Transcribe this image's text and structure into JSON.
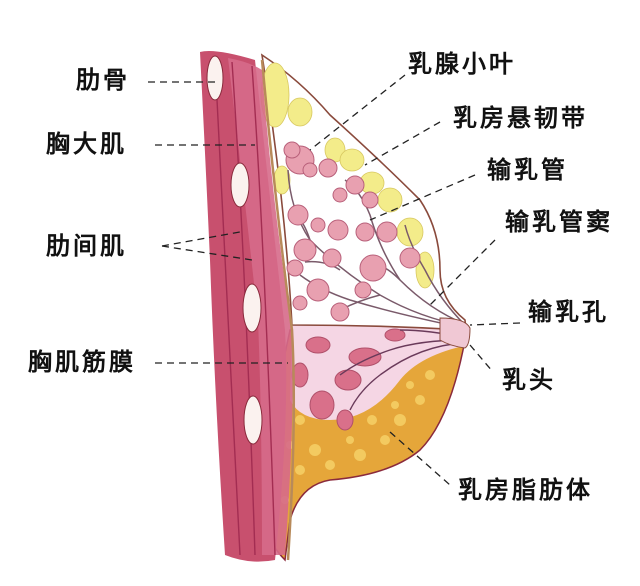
{
  "diagram": {
    "subject": "乳房解剖结构",
    "colors": {
      "muscle": "#c8506e",
      "muscle_dark": "#a32d52",
      "skin_outline": "#8a4a3c",
      "fat_yellow": "#f3ec8a",
      "fat_orange": "#e5a63a",
      "lobule_pink": "#e8a0b0",
      "areola_pink": "#f5d6e4",
      "label_text": "#111111"
    },
    "labels": {
      "left": [
        {
          "id": "rib",
          "text": "肋骨"
        },
        {
          "id": "pectoralis_major",
          "text": "胸大肌"
        },
        {
          "id": "intercostal_muscle",
          "text": "肋间肌"
        },
        {
          "id": "pectoral_fascia",
          "text": "胸肌筋膜"
        }
      ],
      "right": [
        {
          "id": "mammary_lobule",
          "text": "乳腺小叶"
        },
        {
          "id": "suspensory_ligament",
          "text": "乳房悬韧带"
        },
        {
          "id": "lactiferous_duct",
          "text": "输乳管"
        },
        {
          "id": "lactiferous_sinus",
          "text": "输乳管窦"
        },
        {
          "id": "lactiferous_pore",
          "text": "输乳孔"
        },
        {
          "id": "nipple",
          "text": "乳头"
        },
        {
          "id": "breast_fat",
          "text": "乳房脂肪体"
        }
      ]
    }
  }
}
